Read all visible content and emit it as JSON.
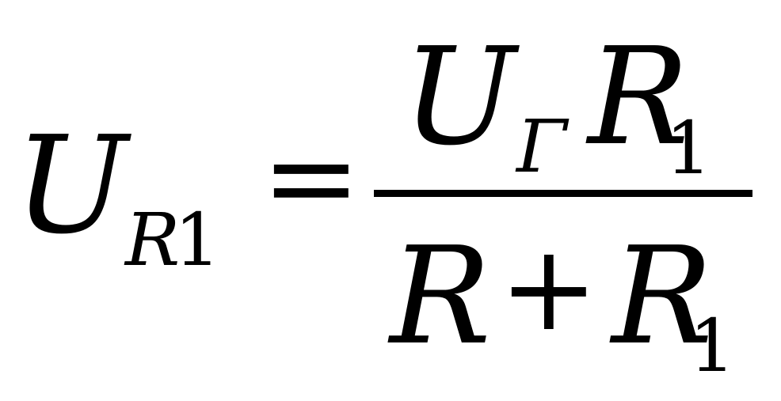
{
  "formula": {
    "lhs": {
      "symbol": "U",
      "subscript_letter": "R",
      "subscript_index": "1"
    },
    "equals": "=",
    "numerator": {
      "symbol": "U",
      "subscript": "Γ",
      "resistor": "R",
      "resistor_index": "1"
    },
    "denominator": {
      "resistor_a": "R",
      "plus": "+",
      "resistor_b": "R",
      "resistor_b_index": "1"
    }
  }
}
